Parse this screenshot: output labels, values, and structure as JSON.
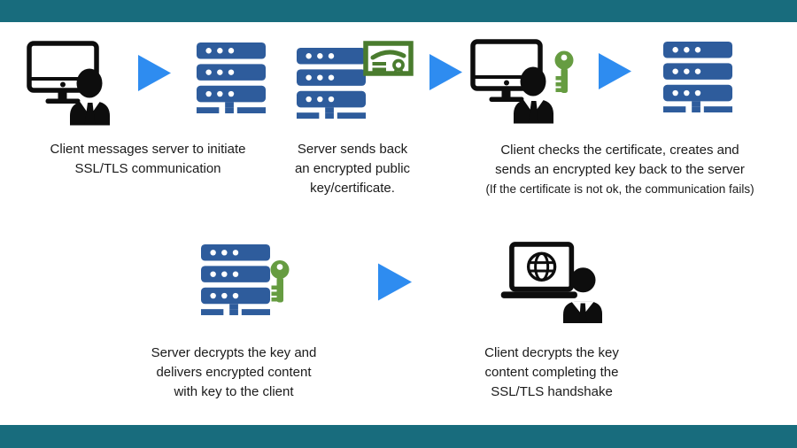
{
  "colors": {
    "teal_border": "#186C7D",
    "server_blue": "#2E5C9C",
    "arrow_blue": "#2E8CF0",
    "certificate_green": "#4A7C2E",
    "key_green": "#669C41",
    "icon_black": "#0D0D0D",
    "text": "#1A1A1A",
    "background": "#FFFFFF"
  },
  "icons": {
    "client_desktop": "desktop-user-icon",
    "server": "server-stack-icon",
    "certificate": "certificate-icon",
    "key": "key-icon",
    "arrow": "flow-arrow-right-icon",
    "client_laptop": "laptop-globe-user-icon"
  },
  "steps": [
    {
      "caption": "Client messages server to initiate\nSSL/TLS communication"
    },
    {
      "caption": "Server sends back\nan encrypted public\nkey/certificate."
    },
    {
      "caption": "Client checks the certificate, creates and\nsends an encrypted key back to the server",
      "note": "(If the certificate is not ok, the communication fails)"
    },
    {
      "caption": "Server decrypts the key and\ndelivers encrypted content\nwith key to the client"
    },
    {
      "caption": "Client decrypts the key\ncontent completing the\nSSL/TLS handshake"
    }
  ]
}
